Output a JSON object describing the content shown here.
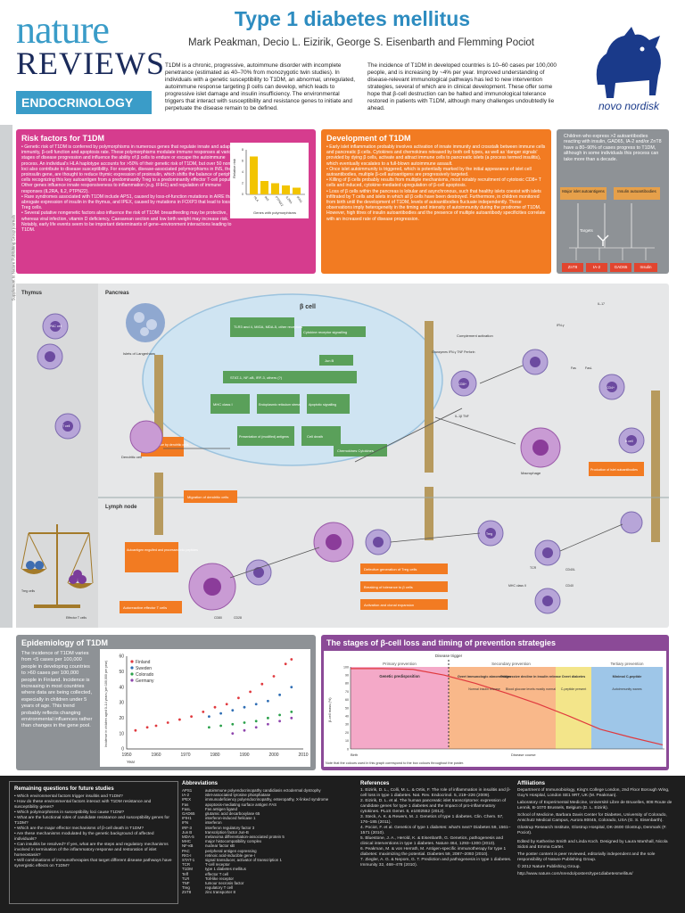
{
  "brand": {
    "nature": "nature",
    "reviews": "REVIEWS",
    "section": "ENDOCRINOLOGY",
    "sponsor": "novo nordisk",
    "sponsor_color": "#1a3a8a",
    "accent": "#3a9cc8"
  },
  "title": "Type 1 diabetes mellitus",
  "authors": "Mark Peakman, Decio L. Eizirik, George S. Eisenbarth and Flemming Pociot",
  "intro": [
    "T1DM is a chronic, progressive, autoimmune disorder with incomplete penetrance (estimated as 40–70% from monozygotic twin studies). In individuals with a genetic susceptibility to T1DM, an abnormal, unregulated, autoimmune response targeting β cells can develop, which leads to progressive islet damage and insulin insufficiency. The environmental triggers that interact with susceptibility and resistance genes to initiate and perpetuate the disease remain to be defined.",
    "The incidence of T1DM in developed countries is 10–60 cases per 100,000 people, and is increasing by ~4% per year. Improved understanding of disease-relevant immunological pathways has led to new intervention strategies, several of which are in clinical development. These offer some hope that β-cell destruction can be halted and immunological tolerance restored in patients with T1DM, although many challenges undoubtedly lie ahead."
  ],
  "side_text": "Supplement to Nature Publishing Group journals",
  "risk": {
    "title": "Risk factors for T1DM",
    "bullets": [
      "Genetic risk of T1DM is conferred by polymorphisms in numerous genes that regulate innate and adaptive immunity, β-cell function and apoptosis rate. These polymorphisms modulate immune responses at various stages of disease progression and influence the ability of β cells to endure or escape the autoimmune process. An individual's HLA haplotype accounts for >50% of their genetic risk of T1DM, but over 50 non-HLA loci also contribute to disease susceptibility. For example, disease-associated polymorphisms in INS, the proinsulin gene, are thought to reduce thymic expression of proinsulin, which shifts the balance of peripheral T cells recognizing this key autoantigen from a predominantly Treg to a predominantly effector T-cell population. Other genes influence innate responsiveness to inflammation (e.g. IFIH1) and regulation of immune responses (IL2RA, IL2, PTPN22).",
      "Rare syndromes associated with T1DM include APS1, caused by loss-of-function mutations in AIRE that abrogate expression of insulin in the thymus, and IPEX, caused by mutations in FOXP3 that lead to loss of Treg cells.",
      "Several putative nongenetic factors also influence the risk of T1DM: breastfeeding may be protective, whereas viral infection, vitamin D deficiency, Caesarean section and low birth weight may increase risk. Notably, early life events seem to be important determinants of gene–environment interactions leading to T1DM."
    ],
    "chart": {
      "ylabel": "Relative risk",
      "xlabel": "Genes with polymorphisms",
      "categories": [
        "HLA",
        "INS",
        "PTPN22",
        "IL2RA",
        "IFIH1"
      ],
      "values": [
        6.8,
        2.4,
        2.0,
        1.6,
        1.2
      ],
      "color": "#f2c400"
    }
  },
  "development": {
    "title": "Development of T1DM",
    "bullets": [
      "Early islet inflammation probably involves activation of innate immunity and crosstalk between immune cells and pancreatic β cells. Cytokines and chemokines released by both cell types, as well as 'danger signals' provided by dying β cells, activate and attract immune cells to pancreatic islets (a process termed insulitis), which eventually escalates to a full-blown autoimmune assault.",
      "Once islet autoimmunity is triggered, which is potentially marked by the initial appearance of islet cell autoantibodies, multiple β-cell autoantigens are progressively targeted.",
      "Killing of β cells probably results from multiple mechanisms, most notably recruitment of cytotoxic CD8+ T cells and induced, cytokine-mediated upregulation of β-cell apoptosis.",
      "Loss of β cells within the pancreas is lobular and asynchronous, such that healthy islets coexist with islets infiltrated by T cells and islets in which all β cells have been destroyed. Furthermore, in children monitored from birth until the development of T1DM, levels of autoantibodies fluctuate independently. These observations imply heterogeneity in the timing and intensity of autoimmunity during the prodrome of T1DM. However, high titres of insulin autoantibodies and the presence of multiple autoantibody specificities correlate with an increased rate of disease progression."
    ]
  },
  "autoantibodies": {
    "text": "Children who express >2 autoantibodies reacting with insulin, GAD65, IA-2 and/or ZnT8 have a 80–90% of cases progress to T1DM, although in some individuals this process can take more than a decade.",
    "boxes": [
      "Major islet autoantigens",
      "Insulin autoantibodies"
    ],
    "targets_label": "Targets",
    "targets": [
      "ZnT8",
      "IA-2",
      "GAD65",
      "Insulin"
    ]
  },
  "diagram": {
    "thymus": "Thymus",
    "pancreas": "Pancreas",
    "beta_cell": "β cell",
    "islets": "Islets of Langerhans",
    "lymph_node": "Lymph node",
    "receptors": "TLR3 and 4, MIGA, MDA-5, other receptors",
    "cytokine_signalling": "Cytokine receptor signalling",
    "stat": "STAT-1, NF-κB, IRF-3, others (?)",
    "junb": "Jun B",
    "mhc1": "MHC class I",
    "er_stress": "Endoplasmic reticulum stress",
    "apoptotic": "Apoptotic signalling",
    "presentation": "Presentation of (modified) antigens",
    "cell_death": "Cell death",
    "chemokines": "Chemokines Cytokines",
    "antigen_uptake": "Antigen uptake by dendritic cells",
    "dendritic": "Dendritic cell",
    "migration": "Migration of dendritic cells",
    "autoantigen": "Autoantigen engulfed and processed into peptides",
    "activation": "Autoreactive effector T cells",
    "cd8": "CD8+",
    "cd4": "CD4+",
    "treg": "Treg",
    "bcell": "B cell",
    "macrophage": "Macrophage",
    "complement": "Complement activation",
    "granzymes": "Granzymes IFN-γ TNF Perforin",
    "ifn": "IFN-γ",
    "il1b": "IL-1β TNF",
    "il17": "IL-17",
    "production": "Production of islet autoantibodies",
    "defective": "Defective generation of Treg cells",
    "breaking": "Breaking of tolerance to β cells",
    "clonal": "Activation and clonal expansion",
    "mhc2": "MHC class II",
    "tcr": "TCR",
    "cd80": "CD80",
    "cd28": "CD28",
    "cd40": "CD40",
    "cd40l": "CD40L",
    "fas": "Fas",
    "fasl": "FasL",
    "pac": "PAC cell",
    "tcell": "T cell",
    "treg_cells": "Treg cells",
    "effector": "Effector T cells"
  },
  "epidemiology": {
    "title": "Epidemiology of T1DM",
    "text": "The incidence of T1DM varies from <5 cases per 100,000 people in developing countries to >60 cases per 100,000 people in Finland. Incidence is increasing in most countries where data are being collected, especially in children under 5 years of age. This trend probably reflects changing environmental influences rather than changes in the gene pool."
  },
  "stages": {
    "title": "The stages of β-cell loss and timing of prevention strategies",
    "phases": [
      "Primary prevention",
      "Secondary prevention",
      "Tertiary prevention"
    ],
    "trigger": "Disease trigger",
    "stage_labels": [
      "Genetic predisposition",
      "Overt immunologic abnormalities",
      "Progressive decline in insulin release",
      "Overt diabetes",
      "Minimal C-peptide"
    ],
    "sub_labels": [
      "Normal insulin release",
      "Blood glucose levels mostly normal",
      "C-peptide present",
      "Autoimmunity wanes"
    ],
    "ylabel": "β-cell mass (%)",
    "xlabel_start": "Birth",
    "xlabel_mid": "Disease course",
    "note": "Note that the colours used in this graph correspond to the box colours throughout the poster.",
    "colors": [
      "#f4a9c8",
      "#f9b88a",
      "#f3e58a",
      "#9ec6e8"
    ]
  },
  "chart_data": [
    {
      "type": "bar",
      "categories": [
        "HLA",
        "INS",
        "PTPN22",
        "IL2RA",
        "IFIH1"
      ],
      "values": [
        6.8,
        2.4,
        2.0,
        1.6,
        1.2
      ],
      "xlabel": "Genes with polymorphisms",
      "ylabel": "Relative risk",
      "ylim": [
        0,
        8
      ]
    },
    {
      "type": "scatter",
      "ylabel": "Incidence in children aged 0–14 years (per 100,000 per year)",
      "xlabel": "Year",
      "xlim": [
        1950,
        2010
      ],
      "ylim": [
        0,
        60
      ],
      "x_ticks": [
        1950,
        1960,
        1970,
        1980,
        1990,
        2000,
        2010
      ],
      "y_ticks": [
        0,
        10,
        20,
        30,
        40,
        50,
        60
      ],
      "legend": "top-left",
      "series": [
        {
          "name": "Finland",
          "color": "#e0393e",
          "x": [
            1953,
            1957,
            1960,
            1964,
            1968,
            1972,
            1976,
            1980,
            1984,
            1988,
            1992,
            1996,
            2000,
            2004,
            2006
          ],
          "y": [
            12,
            14,
            15,
            17,
            19,
            21,
            24,
            27,
            29,
            33,
            37,
            42,
            47,
            55,
            58
          ]
        },
        {
          "name": "Sweden",
          "color": "#2e6db4",
          "x": [
            1978,
            1982,
            1986,
            1990,
            1994,
            1998,
            2002,
            2006
          ],
          "y": [
            21,
            23,
            25,
            27,
            29,
            31,
            35,
            40
          ]
        },
        {
          "name": "Colorado",
          "color": "#2aa04a",
          "x": [
            1978,
            1982,
            1986,
            1990,
            1994,
            1998,
            2002,
            2006
          ],
          "y": [
            14,
            15,
            16,
            17,
            18,
            20,
            22,
            24
          ]
        },
        {
          "name": "Germany",
          "color": "#8e44ad",
          "x": [
            1986,
            1990,
            1994,
            1998,
            2002,
            2006
          ],
          "y": [
            10,
            12,
            14,
            16,
            18,
            20
          ]
        }
      ]
    },
    {
      "type": "line",
      "ylabel": "β-cell mass (%)",
      "ylim": [
        0,
        100
      ],
      "y_ticks": [
        0,
        10,
        20,
        30,
        40,
        50,
        60,
        70,
        80,
        90,
        100
      ],
      "x": [
        0,
        1,
        2,
        3,
        4,
        5,
        6,
        7,
        8,
        9,
        10
      ],
      "series": [
        {
          "name": "",
          "values": [
            98,
            98,
            97,
            90,
            80,
            68,
            55,
            40,
            24,
            14,
            5
          ]
        }
      ]
    }
  ],
  "footer": {
    "questions_title": "Remaining questions for future studies",
    "questions": [
      "Which environmental factors trigger insulitis and T1DM?",
      "How do these environmental factors interact with T1DM resistance and susceptibility genes?",
      "Which polymorphisms in susceptibility loci cause T1DM?",
      "What are the functional roles of candidate resistance and susceptibility genes for T1DM?",
      "Which are the major effector mechanisms of β-cell death in T1DM?",
      "Are these mechanisms modulated by the genetic background of affected individuals?",
      "Can insulitis be resolved? If yes, what are the steps and regulatory mechanisms involved in termination of the inflammatory response and restoration of islet homeostasis?",
      "Will combinations of immunotherapies that target different disease pathways have synergistic effects on T1DM?"
    ],
    "abbrev_title": "Abbreviations",
    "abbrev": [
      [
        "APS1",
        "autoimmune polyendocrinopathy candidiasis ectodermal dystrophy"
      ],
      [
        "IA-2",
        "islet-associated tyrosine phosphatase"
      ],
      [
        "IPEX",
        "immunodeficiency polyendocrinopathy, enteropathy, X-linked syndrome"
      ],
      [
        "Fas",
        "apoptosis-mediating surface antigen FAS"
      ],
      [
        "FasL",
        "Fas antigen ligand"
      ],
      [
        "GAD65",
        "glutamic acid decarboxylase 65"
      ],
      [
        "IFIH1",
        "interferon-induced helicase 1"
      ],
      [
        "IFN",
        "interferon"
      ],
      [
        "IRF-3",
        "interferon regulatory factor 3"
      ],
      [
        "Jun B",
        "transcription factor Jun-B"
      ],
      [
        "MDA-5",
        "melanoma differentiation-associated protein 5"
      ],
      [
        "MHC",
        "major histocompatibility complex"
      ],
      [
        "NF-κB",
        "nuclear factor κB"
      ],
      [
        "PAC",
        "peripheral antigen expressing"
      ],
      [
        "RIG-I",
        "retinoic acid-inducible gene-I"
      ],
      [
        "STAT-1",
        "signal transducer, activator of transcription 1"
      ],
      [
        "TCR",
        "T-cell receptor"
      ],
      [
        "T1DM",
        "type 1 diabetes mellitus"
      ],
      [
        "Teff",
        "effector T cell"
      ],
      [
        "TLR",
        "Toll-like receptor"
      ],
      [
        "TNF",
        "tumour necrosis factor"
      ],
      [
        "Treg",
        "regulatory T cell"
      ],
      [
        "ZnT8",
        "zinc transporter 8"
      ]
    ],
    "refs_title": "References",
    "refs": [
      "1. Eizirik, D. L., Colli, M. L. & Ortis, F. The role of inflammation in insulitis and β-cell loss in type 1 diabetes. Nat. Rev. Endocrinol. 5, 219–226 (2009).",
      "2. Eizirik, D. L. et al. The human pancreatic islet transcriptome: expression of candidate genes for type 1 diabetes and the impact of pro-inflammatory cytokines. PLoS Genet. 8, e1002552 (2012).",
      "3. Steck, A. K. & Rewers, M. J. Genetics of type 1 diabetes. Clin. Chem. 57, 176–185 (2011).",
      "4. Pociot, F. et al. Genetics of type 1 diabetes: what's next? Diabetes 59, 1561–1571 (2010).",
      "5. Bluestone, J. A., Herold, K. & Eisenbarth, G. Genetics, pathogenesis and clinical interventions in type 1 diabetes. Nature 464, 1293–1300 (2010).",
      "6. Peakman, M. & von Herrath, M. Antigen-specific immunotherapy for type 1 diabetes: maximizing the potential. Diabetes 59, 2087–2093 (2010).",
      "7. Ziegler, A. G. & Nepom, G. T. Prediction and pathogenesis in type 1 diabetes. Immunity 32, 468–478 (2010)."
    ],
    "affil_title": "Affiliations",
    "affil": [
      "Department of Immunobiology, King's College London, 2nd Floor Borough Wing, Guy's Hospital, London SE1 9RT, UK (M. Peakman).",
      "Laboratory of Experimental Medicine, Université Libre de Bruxelles, 808 Route de Lennik, B-1070 Brussels, Belgium (D. L. Eizirik).",
      "School of Medicine, Barbara Davis Center for Diabetes, University of Colorado, Anschutz Medical Campus, Aurora 80045, Colorado, USA (G. S. Eisenbarth).",
      "Glostrup Research Institute, Glostrup Hospital, DK-2600 Glostrup, Denmark (F. Pociot).",
      "Edited by Katherine Smith and Linda Koch. Designed by Laura Marshall, Nicola Sidoti and Emma Carter.",
      "The poster content is peer reviewed, editorially independent and the sole responsibility of Nature Publishing Group.",
      "© 2012 Nature Publishing Group.",
      "http://www.nature.com/nrendo/posters/type1diabetesmellitus/"
    ]
  }
}
